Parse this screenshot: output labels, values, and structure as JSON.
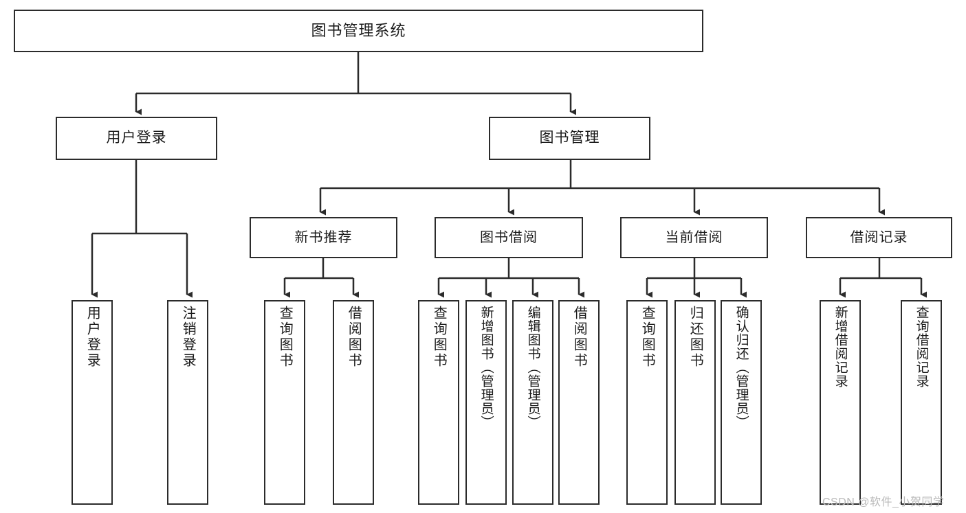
{
  "diagram": {
    "title_node": {
      "label": "图书管理系统"
    },
    "level1": [
      {
        "id": "user-login",
        "label": "用户登录"
      },
      {
        "id": "book-management",
        "label": "图书管理"
      }
    ],
    "level2": [
      {
        "id": "new-book-recommend",
        "label": "新书推荐"
      },
      {
        "id": "book-borrow",
        "label": "图书借阅"
      },
      {
        "id": "current-borrow",
        "label": "当前借阅"
      },
      {
        "id": "borrow-record",
        "label": "借阅记录"
      }
    ],
    "leaves": {
      "user_login": [
        {
          "id": "leaf-user-login",
          "label": "用户登录"
        },
        {
          "id": "leaf-logout-login",
          "label": "注销登录"
        }
      ],
      "new_book_recommend": [
        {
          "id": "leaf-query-book-1",
          "label": "查询图书"
        },
        {
          "id": "leaf-borrow-book-1",
          "label": "借阅图书"
        }
      ],
      "book_borrow": [
        {
          "id": "leaf-query-book-2",
          "label": "查询图书"
        },
        {
          "id": "leaf-add-book-admin",
          "label": "新增图书（管理员）"
        },
        {
          "id": "leaf-edit-book-admin",
          "label": "编辑图书（管理员）"
        },
        {
          "id": "leaf-borrow-book-2",
          "label": "借阅图书"
        }
      ],
      "current_borrow": [
        {
          "id": "leaf-query-book-3",
          "label": "查询图书"
        },
        {
          "id": "leaf-return-book",
          "label": "归还图书"
        },
        {
          "id": "leaf-confirm-return-admin",
          "label": "确认归还（管理员）"
        }
      ],
      "borrow_record": [
        {
          "id": "leaf-add-borrow-record",
          "label": "新增借阅记录"
        },
        {
          "id": "leaf-query-borrow-record",
          "label": "查询借阅记录"
        }
      ]
    },
    "watermark": {
      "text": "CSDN @软件_小贺同学"
    },
    "colors": {
      "stroke": "#2b2b2b",
      "background": "#ffffff",
      "text": "#1b1b1b",
      "watermark": "#b9b9b9"
    }
  }
}
